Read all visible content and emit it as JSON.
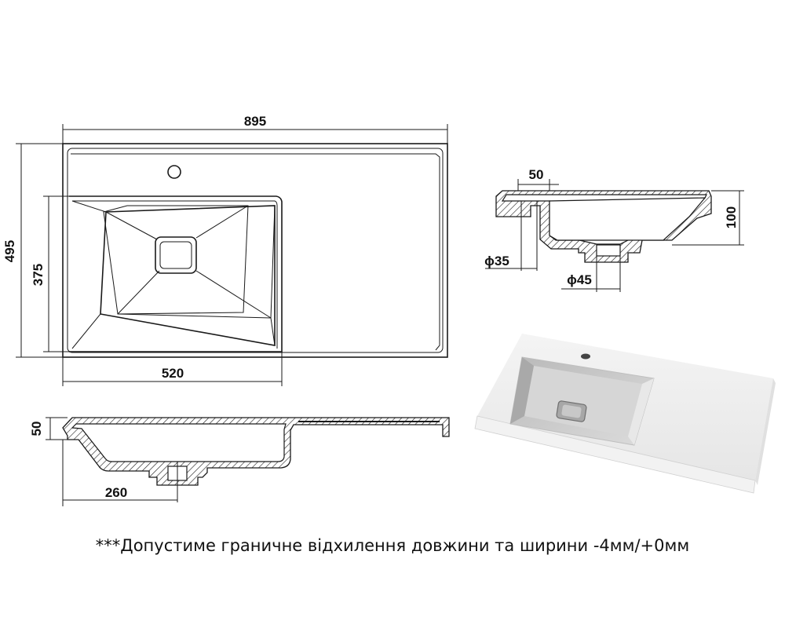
{
  "top_view": {
    "overall_width": "895",
    "overall_depth": "495",
    "bowl_depth": "375",
    "bowl_width": "520"
  },
  "section_side": {
    "height": "50",
    "drain_offset": "260"
  },
  "section_front": {
    "rim_width": "50",
    "bowl_height": "100",
    "overflow_diameter": "ϕ35",
    "drain_diameter": "ϕ45"
  },
  "note": "***Допустиме граничне відхилення довжини та ширини -4мм/+0мм"
}
